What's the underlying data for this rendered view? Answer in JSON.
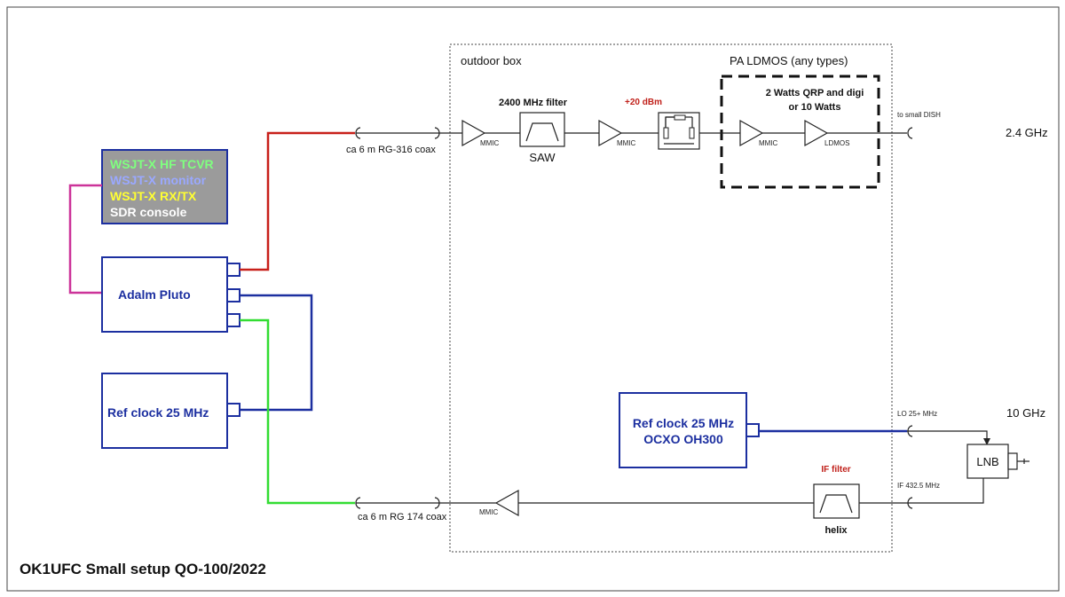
{
  "title": "OK1UFC Small setup QO-100/2022",
  "software_box": {
    "lines": [
      {
        "text": "WSJT-X HF TCVR",
        "color": "#7fff7f"
      },
      {
        "text": "WSJT-X monitor",
        "color": "#9aa8ff"
      },
      {
        "text": "WSJT-X RX/TX",
        "color": "#ffff33"
      },
      {
        "text": "SDR console",
        "color": "#ffffff"
      }
    ]
  },
  "pluto_label": "Adalm Pluto",
  "refclock_left_label": "Ref clock 25 MHz",
  "refclock_right": {
    "line1": "Ref clock 25 MHz",
    "line2": "OCXO OH300"
  },
  "outdoor_box_label": "outdoor box",
  "pa_label": "PA LDMOS (any types)",
  "pa_power": {
    "line1": "2 Watts QRP and digi",
    "line2": "or 10 Watts"
  },
  "filter_2400_label": "2400 MHz filter",
  "saw_label": "SAW",
  "power_label": "+20 dBm",
  "mmic_label": "MMIC",
  "ldmos_label": "LDMOS",
  "to_dish_label": "to small DISH",
  "band_24": "2.4 GHz",
  "band_10": "10 GHz",
  "coax_tx": "ca 6 m RG-316 coax",
  "coax_rx": "ca 6 m RG 174 coax",
  "lo_label": "LO 25+ MHz",
  "if_freq_label": "IF 432.5 MHz",
  "if_filter_label": "IF filter",
  "helix_label": "helix",
  "lnb_label": "LNB",
  "colors": {
    "tx_cable": "#c8201a",
    "ref_cable": "#1c2fa0",
    "rx_cable": "#33dd33",
    "usb_cable": "#cc3399",
    "blue_box": "#1c2fa0",
    "software_bg": "#9b9b9b"
  }
}
